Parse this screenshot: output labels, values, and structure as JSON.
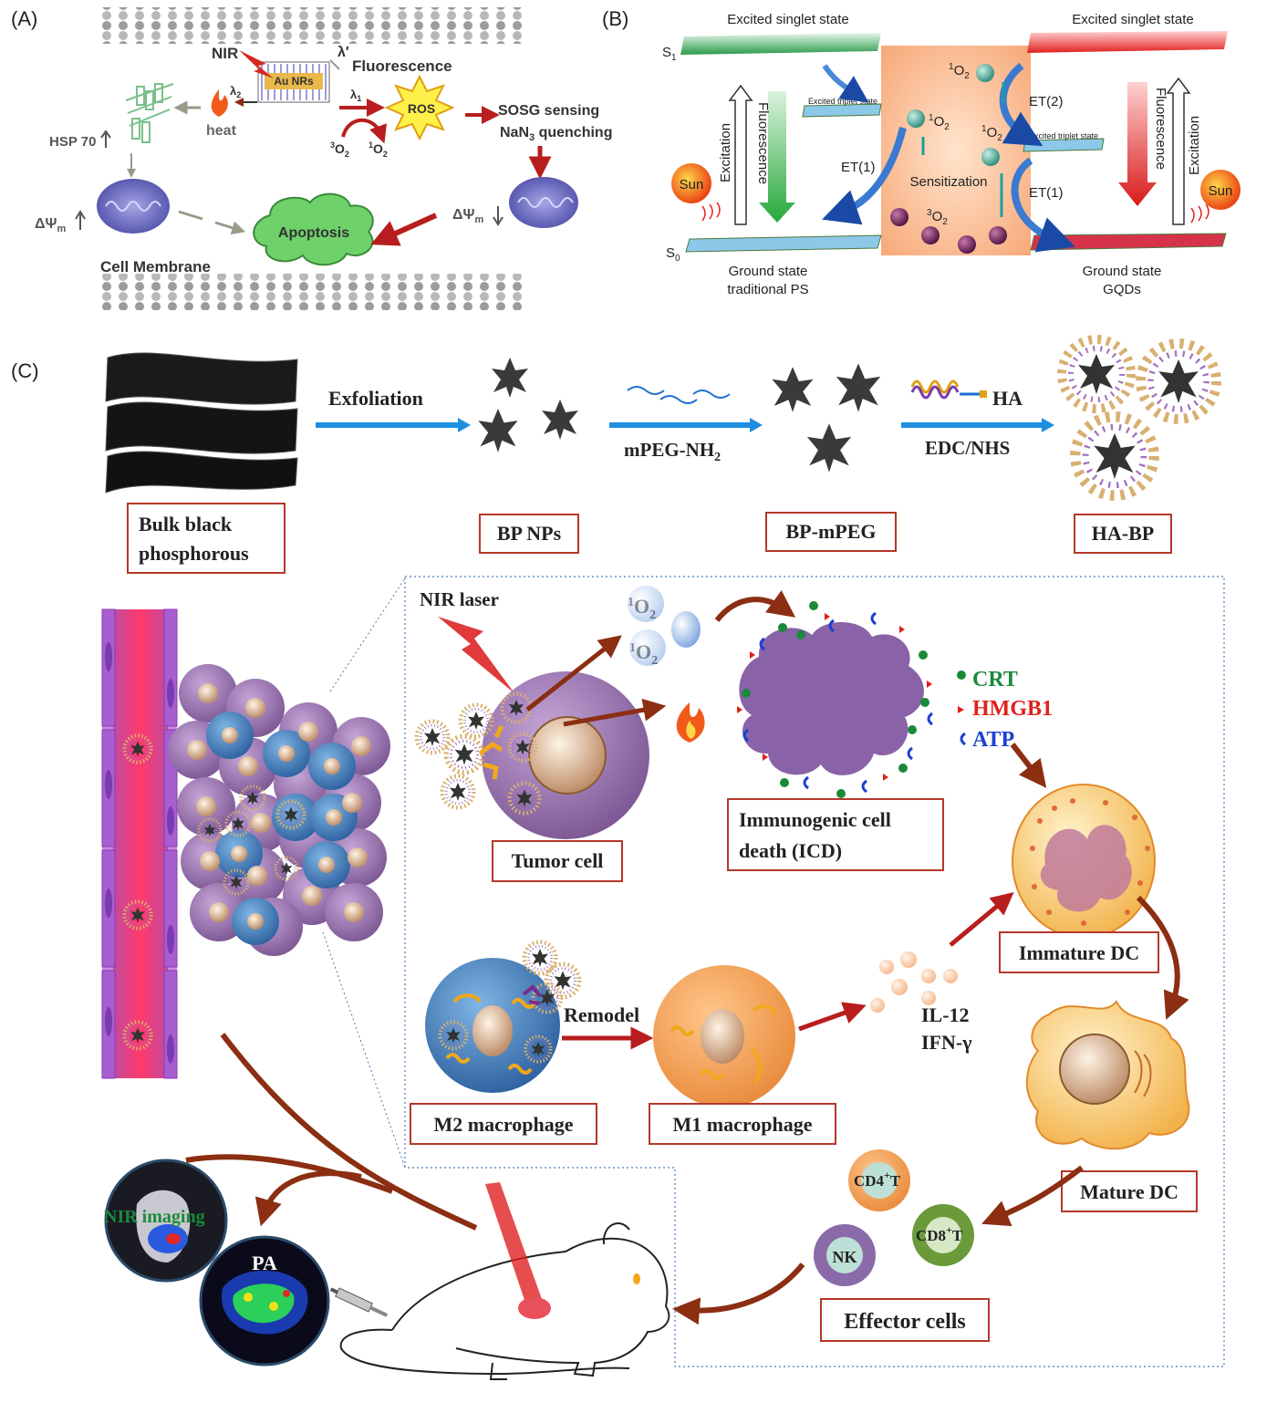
{
  "panels": {
    "a": "(A)",
    "b": "(B)",
    "c": "(C)"
  },
  "panel_a": {
    "nir": "NIR",
    "lambda_prime": "λ′",
    "fluorescence": "Fluorescence",
    "au_nrs": "Au NRs",
    "lambda1": "λ",
    "lambda1_sub": "1",
    "lambda2": "λ",
    "lambda2_sub": "2",
    "heat": "heat",
    "hsp70": "HSP 70",
    "ros": "ROS",
    "sosg1": "SOSG sensing",
    "sosg2": "NaN",
    "sosg2_sub": "3",
    "sosg2_rest": " quenching",
    "triplet_o2_sup": "3",
    "singlet_o2_sup": "1",
    "o2": "O",
    "o2_sub": "2",
    "delta_psi": "ΔΨ",
    "delta_psi_sub": "m",
    "apoptosis": "Apoptosis",
    "cell_membrane": "Cell Membrane"
  },
  "panel_b": {
    "excited_singlet_left": "Excited singlet state",
    "excited_singlet_right": "Excited singlet state",
    "s1": "S",
    "s1_sub": "1",
    "s0": "S",
    "s0_sub": "0",
    "excited_triplet_left": "Excited triplet state",
    "excited_triplet_right": "Excited triplet state",
    "excitation": "Excitation",
    "fluorescence": "Fluorescence",
    "sun": "Sun",
    "et1": "ET(1)",
    "et2": "ET(2)",
    "sensitization": "Sensitization",
    "singlet_o2_sup": "1",
    "triplet_o2_sup": "3",
    "o2": "O",
    "o2_sub": "2",
    "ground_left_1": "Ground state",
    "ground_left_2": "traditional PS",
    "ground_right_1": "Ground state",
    "ground_right_2": "GQDs"
  },
  "panel_c": {
    "exfoliation": "Exfoliation",
    "mpeg": "mPEG-NH",
    "mpeg_sub": "2",
    "ha": "HA",
    "edc": "EDC/NHS",
    "bulk_1": "Bulk black",
    "bulk_2": "phosphorous",
    "bp_nps": "BP NPs",
    "bp_mpeg": "BP-mPEG",
    "ha_bp": "HA-BP",
    "nir_laser": "NIR laser",
    "singlet_o2_sup": "1",
    "o2": "O",
    "o2_sub": "2",
    "tumor_cell": "Tumor cell",
    "icd_1": "Immunogenic cell",
    "icd_2": "death (ICD)",
    "crt": "CRT",
    "hmgb1": "HMGB1",
    "atp": "ATP",
    "immature_dc": "Immature DC",
    "mature_dc": "Mature DC",
    "remodel": "Remodel",
    "il12": "IL-12",
    "ifn": "IFN-γ",
    "m2": "M2 macrophage",
    "m1": "M1 macrophage",
    "cd4": "CD4",
    "cd8": "CD8",
    "plus": "+",
    "t": "T",
    "nk": "NK",
    "effector": "Effector cells",
    "nir_imaging": "NIR imaging",
    "pa": "PA"
  },
  "colors": {
    "arrow_brown": "#8b2e12",
    "arrow_red": "#b81e1e",
    "arrow_blue": "#1e8fe0",
    "box_border": "#b5372a",
    "crt_green": "#1a8a3a",
    "hmgb1_red": "#e0201a",
    "atp_blue": "#1a3fd0",
    "singlet_green": "#2a9a4a",
    "singlet_red": "#e02020"
  }
}
